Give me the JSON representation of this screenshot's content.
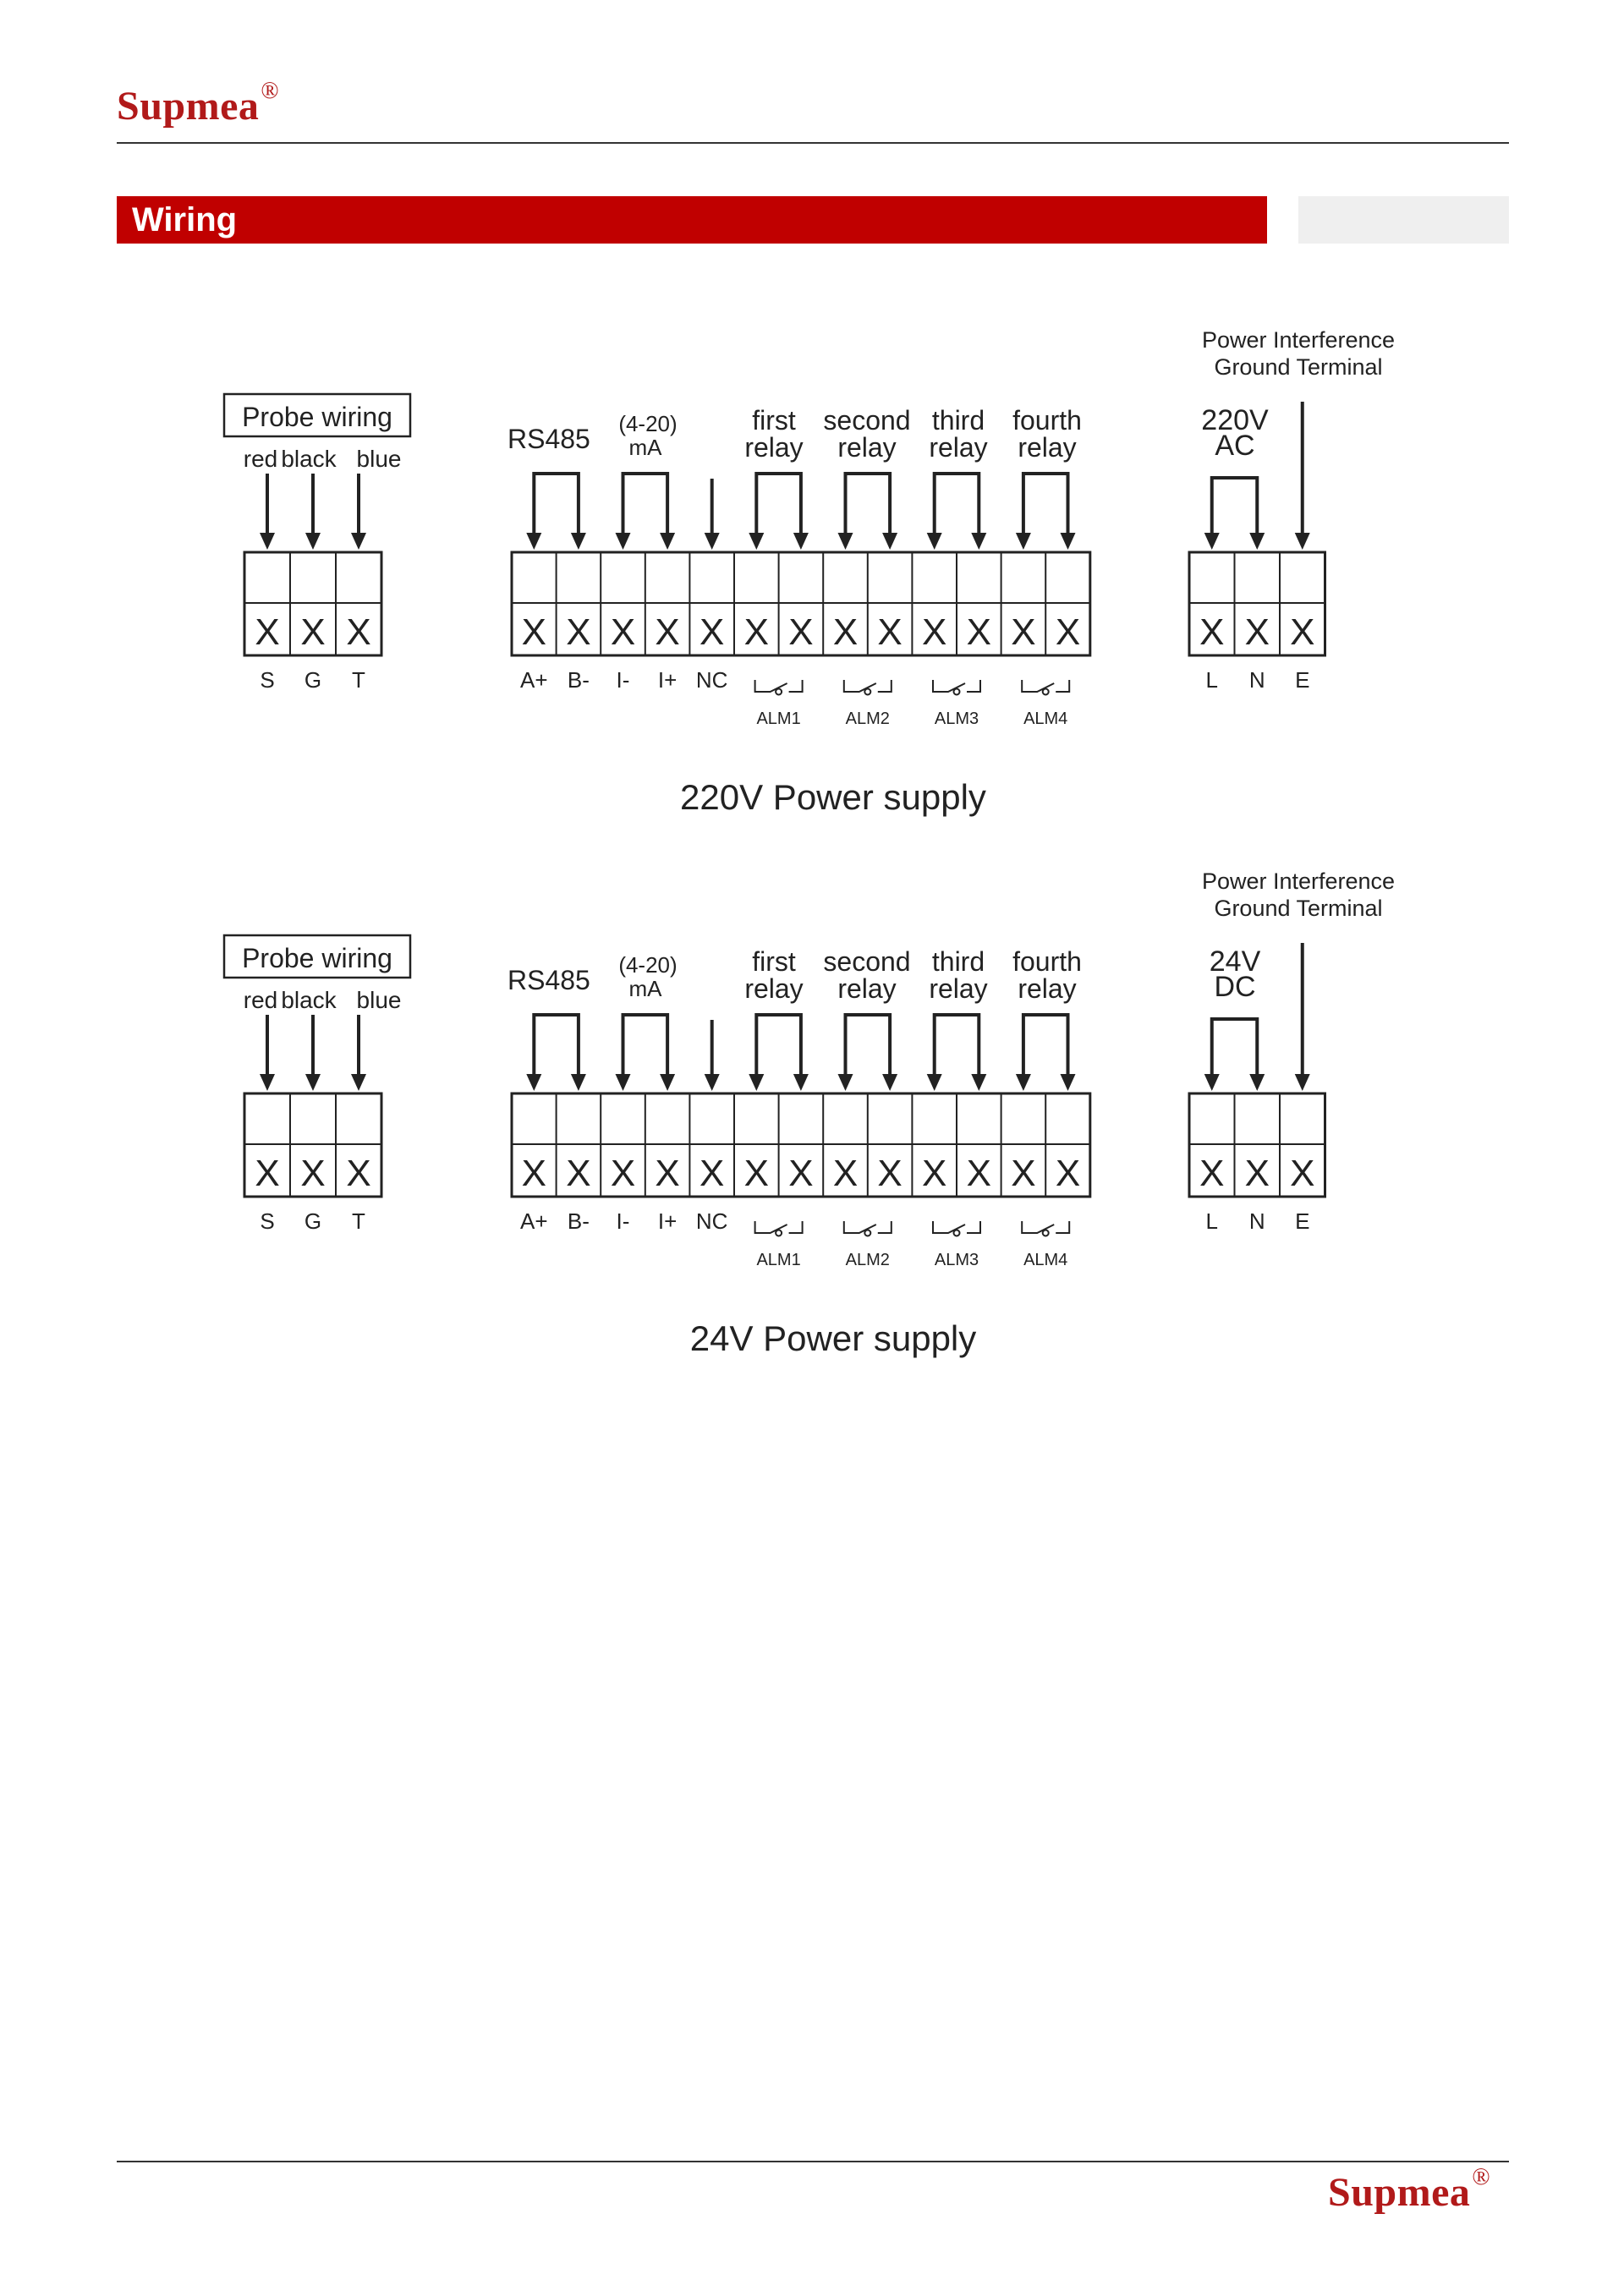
{
  "header": {
    "brand": "Supmea",
    "registered": "®"
  },
  "section": {
    "title": "Wiring"
  },
  "labels": {
    "probe_wiring": "Probe wiring",
    "probe_colors": [
      "red",
      "black",
      "blue"
    ],
    "probe_terminals": [
      "S",
      "G",
      "T"
    ],
    "rs485": "RS485",
    "ma_range": "(4-20)",
    "ma_unit": "mA",
    "relays": [
      {
        "line1": "first",
        "line2": "relay"
      },
      {
        "line1": "second",
        "line2": "relay"
      },
      {
        "line1": "third",
        "line2": "relay"
      },
      {
        "line1": "fourth",
        "line2": "relay"
      }
    ],
    "main_terminals": [
      "A+",
      "B-",
      "I-",
      "I+",
      "NC"
    ],
    "alarms": [
      "ALM1",
      "ALM2",
      "ALM3",
      "ALM4"
    ],
    "ground_line1": "Power Interference",
    "ground_line2": "Ground Terminal",
    "power_terminals": [
      "L",
      "N",
      "E"
    ],
    "terminal_mark": "X"
  },
  "diagrams": [
    {
      "supply_line1": "220V",
      "supply_line2": "AC",
      "caption": "220V Power supply"
    },
    {
      "supply_line1": "24V",
      "supply_line2": "DC",
      "caption": "24V Power supply"
    }
  ],
  "footer": {
    "brand": "Supmea",
    "registered": "®"
  }
}
